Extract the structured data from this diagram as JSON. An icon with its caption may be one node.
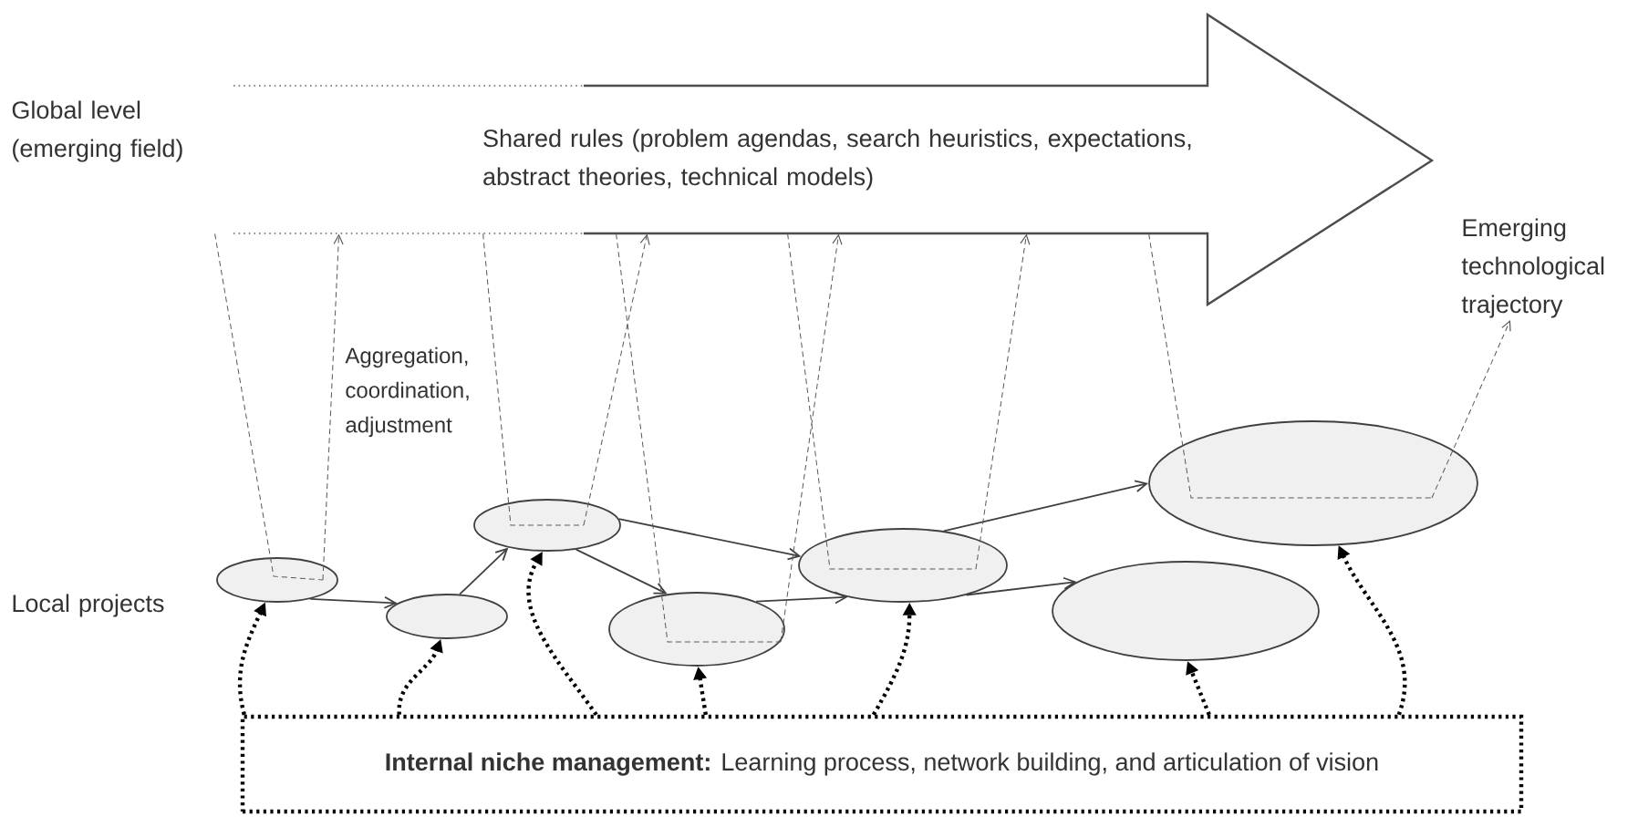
{
  "diagram": {
    "nodes": [
      {
        "text": [
          "Shared rules (problem agendas, search heuristics, expectations, abstract theories, technical models)"
        ]
      },
      {
        "text": [
          "Emerging technological trajectory"
        ]
      },
      {
        "text": [],
        "shape": "ellipse"
      },
      {
        "text": [],
        "shape": "ellipse"
      },
      {
        "text": [],
        "shape": "ellipse"
      },
      {
        "text": [],
        "shape": "ellipse"
      },
      {
        "text": [],
        "shape": "ellipse"
      },
      {
        "text": [],
        "shape": "ellipse"
      },
      {
        "text": [],
        "shape": "ellipse"
      },
      {
        "text": [
          "**Internal niche management:** Learning process, network building, and articulation of vision"
        ]
      }
    ],
    "edges": [
      {
        "from": 2,
        "to": 3,
        "arrow": "to"
      },
      {
        "from": 3,
        "to": 4,
        "arrow": "to"
      },
      {
        "from": 4,
        "to": 5,
        "arrow": "to"
      },
      {
        "from": 4,
        "to": 6,
        "arrow": "to"
      },
      {
        "from": 5,
        "to": 6,
        "arrow": "to"
      },
      {
        "from": 6,
        "to": 8,
        "arrow": "to"
      },
      {
        "from": 6,
        "to": 7,
        "arrow": "to"
      },
      {
        "from": 0,
        "to": 2,
        "arrow": "none",
        "style": "dashed"
      },
      {
        "from": 2,
        "to": 0,
        "arrow": "to",
        "style": "dashed"
      },
      {
        "from": 0,
        "to": 4,
        "arrow": "none",
        "style": "dashed"
      },
      {
        "from": 4,
        "to": 0,
        "arrow": "to",
        "style": "dashed"
      },
      {
        "from": 0,
        "to": 5,
        "arrow": "none",
        "style": "dashed"
      },
      {
        "from": 5,
        "to": 0,
        "arrow": "to",
        "style": "dashed"
      },
      {
        "from": 0,
        "to": 6,
        "arrow": "none",
        "style": "dashed"
      },
      {
        "from": 6,
        "to": 0,
        "arrow": "to",
        "style": "dashed"
      },
      {
        "from": 0,
        "to": 8,
        "arrow": "none",
        "style": "dashed"
      },
      {
        "from": 8,
        "to": 1,
        "arrow": "to",
        "style": "dashed"
      },
      {
        "from": 9,
        "to": 2,
        "arrow": "to",
        "style": "dashed",
        "color": "#000000"
      },
      {
        "from": 9,
        "to": 3,
        "arrow": "to",
        "style": "dashed",
        "color": "#000000"
      },
      {
        "from": 9,
        "to": 4,
        "arrow": "to",
        "style": "dashed",
        "color": "#000000"
      },
      {
        "from": 9,
        "to": 5,
        "arrow": "to",
        "style": "dashed",
        "color": "#000000"
      },
      {
        "from": 9,
        "to": 6,
        "arrow": "to",
        "style": "dashed",
        "color": "#000000"
      },
      {
        "from": 9,
        "to": 7,
        "arrow": "to",
        "style": "dashed",
        "color": "#000000"
      },
      {
        "from": 9,
        "to": 8,
        "arrow": "to",
        "style": "dashed",
        "color": "#000000"
      }
    ],
    "labels": [
      "Global level (emerging field)",
      "Aggregation, coordination, adjustment",
      "Local projects"
    ]
  }
}
